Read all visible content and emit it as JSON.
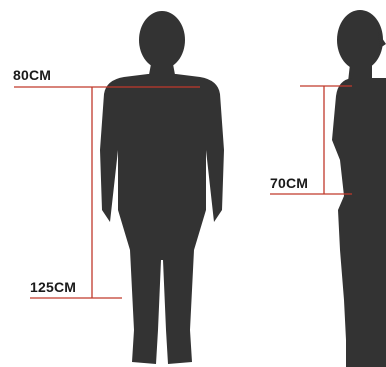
{
  "measurements": {
    "front_top": "80CM",
    "front_bottom": "125CM",
    "side": "70CM"
  },
  "colors": {
    "silhouette": "#333333",
    "measure_line": "#c0392b",
    "text": "#1a1a1a",
    "background": "#ffffff"
  }
}
